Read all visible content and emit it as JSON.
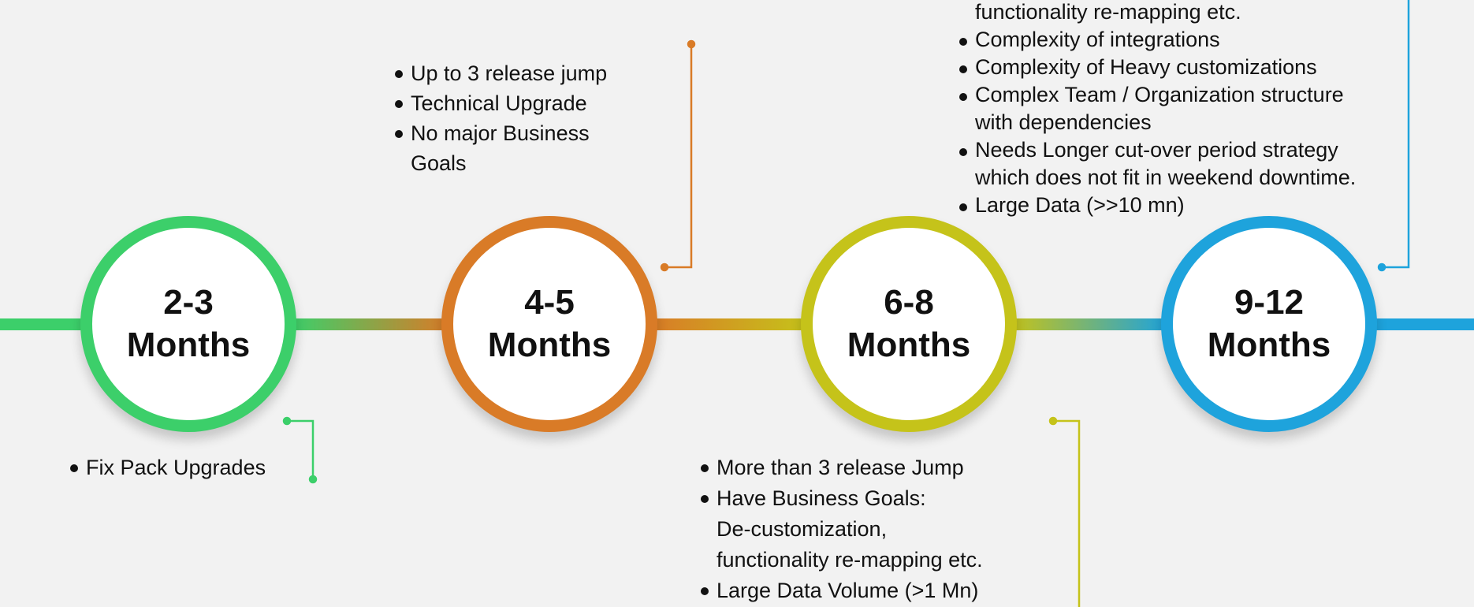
{
  "colors": {
    "green": "#3ccf6a",
    "orange": "#d97b27",
    "yellow": "#c5c31a",
    "blue": "#1ea3dc",
    "background": "#f2f2f2"
  },
  "milestones": [
    {
      "range": "2-3",
      "unit": "Months",
      "color": "#3ccf6a",
      "bullets": [
        [
          "Fix Pack Upgrades"
        ]
      ]
    },
    {
      "range": "4-5",
      "unit": "Months",
      "color": "#d97b27",
      "bullets": [
        [
          "Up to 3 release jump"
        ],
        [
          "Technical Upgrade"
        ],
        [
          "No major Business",
          "Goals"
        ]
      ]
    },
    {
      "range": "6-8",
      "unit": "Months",
      "color": "#c5c31a",
      "bullets": [
        [
          "More than 3 release Jump"
        ],
        [
          "Have Business Goals:",
          "De-customization,",
          "functionality re-mapping etc."
        ],
        [
          "Large Data Volume (>1 Mn)"
        ]
      ]
    },
    {
      "range": "9-12",
      "unit": "Months",
      "color": "#1ea3dc",
      "top_continuation": "functionality re-mapping etc.",
      "bullets": [
        [
          "Complexity of integrations"
        ],
        [
          "Complexity of Heavy customizations"
        ],
        [
          "Complex Team / Organization structure",
          "with dependencies"
        ],
        [
          "Needs Longer cut-over period strategy",
          "which does not fit in weekend downtime."
        ],
        [
          "Large Data (>>10 mn)"
        ]
      ]
    }
  ]
}
